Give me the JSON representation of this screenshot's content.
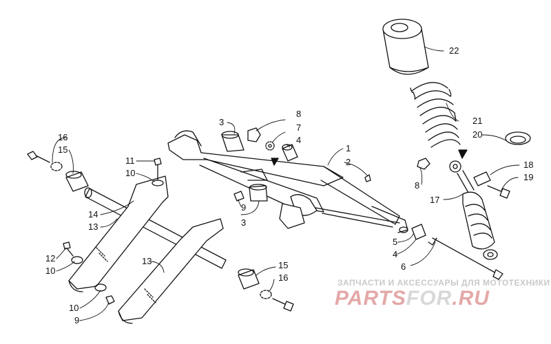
{
  "diagram": {
    "callouts": {
      "p1": "1",
      "p2": "2",
      "p3a": "3",
      "p3b": "3",
      "p4a": "4",
      "p4b": "4",
      "p5": "5",
      "p6": "6",
      "p7": "7",
      "p8a": "8",
      "p8b": "8",
      "p9a": "9",
      "p9b": "9",
      "p10a": "10",
      "p10b": "10",
      "p10c": "10",
      "p11": "11",
      "p12": "12",
      "p13a": "13",
      "p13b": "13",
      "p14": "14",
      "p15a": "15",
      "p15b": "15",
      "p16a": "16",
      "p16b": "16",
      "p17": "17",
      "p18": "18",
      "p19": "19",
      "p20": "20",
      "p21": "21",
      "p22": "22"
    }
  },
  "watermark": {
    "tagline": "ЗАПЧАСТИ И АКСЕССУАРЫ ДЛЯ МОТОТЕХНИКИ",
    "logo_main": "PARTS",
    "logo_accent": "FOR",
    "logo_tail": ".RU"
  },
  "colors": {
    "line": "#111111",
    "watermark_red": "#e4a8a8",
    "watermark_gray": "#c9c9c9"
  }
}
